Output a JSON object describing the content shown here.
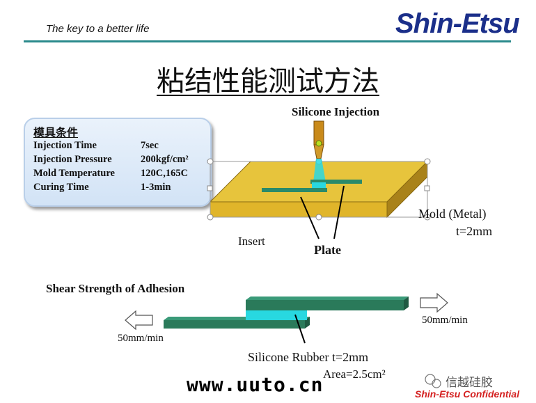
{
  "header": {
    "tagline": "The key to a better life",
    "logo": "Shin-Etsu"
  },
  "title": "粘结性能测试方法",
  "conditions": {
    "heading": "模具条件",
    "rows": [
      {
        "label": "Injection Time",
        "value": "7sec"
      },
      {
        "label": "Injection Pressure",
        "value": "200kgf/cm²"
      },
      {
        "label": "Mold Temperature",
        "value": "120C,165C"
      },
      {
        "label": "Curing Time",
        "value": "1-3min"
      }
    ]
  },
  "diagram": {
    "injection_label": "Silicone Injection",
    "mold_label": "Mold (Metal)",
    "mold_thickness": "t=2mm",
    "insert_label": "Insert",
    "plate_label": "Plate"
  },
  "shear": {
    "heading": "Shear Strength  of Adhesion",
    "speed_left": "50mm/min",
    "speed_right": "50mm/min",
    "rubber_label": "Silicone Rubber  t=2mm",
    "area_label": "Area=2.5cm²"
  },
  "footer": {
    "watermark": "www.uuto.cn",
    "wechat": "信越硅胶",
    "confidential": "Shin-Etsu Confidential"
  },
  "colors": {
    "teal_line": "#2a8a8c",
    "logo_blue": "#1b2f8a",
    "mold_gold": "#e0b52a",
    "plate_green": "#2a7a5a",
    "silicone_cyan": "#28d8e0",
    "confidential_red": "#d42020"
  }
}
